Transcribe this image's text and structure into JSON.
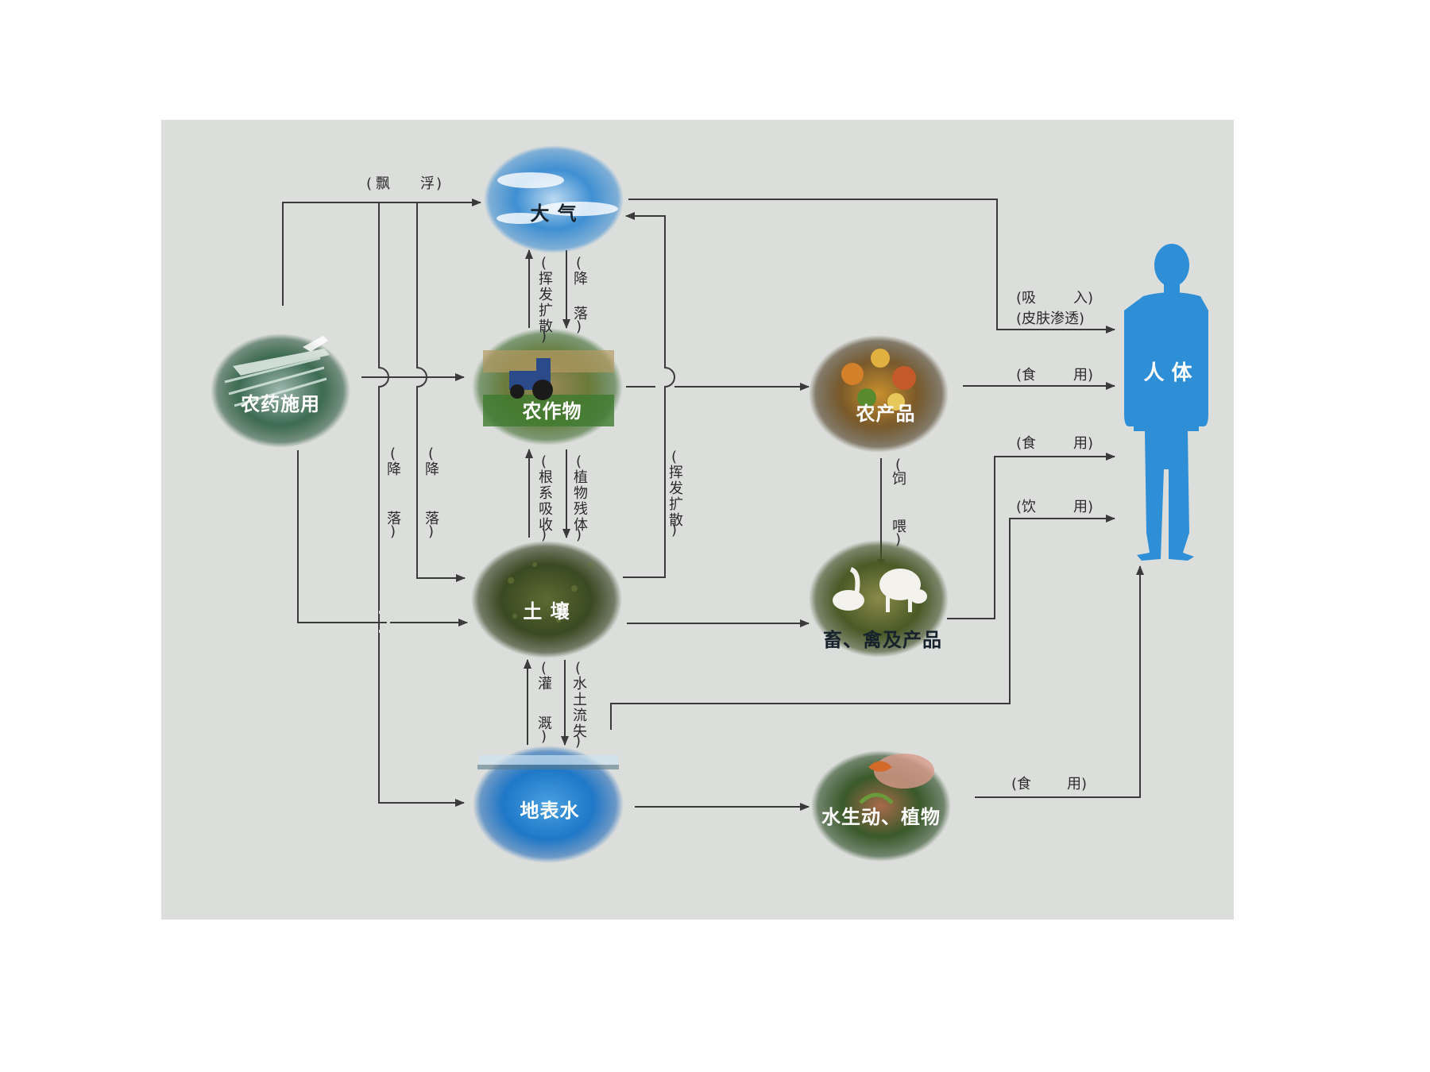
{
  "nodes": {
    "pesticide": "农药施用",
    "atmosphere": "大 气",
    "crops": "农作物",
    "soil": "土 壤",
    "surface_water": "地表水",
    "farm_products": "农产品",
    "livestock": "畜、禽及产品",
    "aquatic": "水生动、植物",
    "human": "人 体"
  },
  "edges": {
    "drift": [
      "(",
      "飘",
      "浮",
      ")"
    ],
    "volatilize_1": [
      "(",
      "挥",
      "发",
      "扩",
      "散",
      ")"
    ],
    "settle_1": [
      "(",
      "降",
      "落",
      ")"
    ],
    "root_absorb": [
      "(",
      "根",
      "系",
      "吸",
      "收",
      ")"
    ],
    "plant_residue": [
      "(",
      "植",
      "物",
      "残",
      "体",
      ")"
    ],
    "volatilize_2": [
      "(",
      "挥",
      "发",
      "扩",
      "散",
      ")"
    ],
    "settle_left_a": [
      "(",
      "降",
      "落",
      ")"
    ],
    "settle_left_b": [
      "(",
      "降",
      "落",
      ")"
    ],
    "irrigation": [
      "(",
      "灌",
      "溉",
      ")"
    ],
    "erosion": [
      "(",
      "水",
      "土",
      "流",
      "失",
      ")"
    ],
    "feeding": [
      "(",
      "饲",
      "喂",
      ")"
    ],
    "inhale": [
      "(吸",
      "入)"
    ],
    "skin": "(皮肤渗透)",
    "eat_1": [
      "(食",
      "用)"
    ],
    "eat_2": [
      "(食",
      "用)"
    ],
    "drink": [
      "(饮",
      "用)"
    ],
    "eat_3": [
      "(食",
      "用)"
    ]
  },
  "colors": {
    "panel_bg": "#dcdedc",
    "human": "#2e8fd6",
    "line": "#3a3a3a",
    "sky": "#3f8fd2",
    "field_green": "#3d6b2e",
    "soil_green": "#3a4a22",
    "water_blue": "#1f78c8",
    "produce": "#8a6a2e"
  },
  "icons": [
    "airplane-spraying-icon",
    "cloud-sky-icon",
    "tractor-icon",
    "soil-field-icon",
    "lake-icon",
    "vegetables-icon",
    "goose-sheep-icon",
    "fish-plants-icon",
    "human-silhouette-icon"
  ]
}
